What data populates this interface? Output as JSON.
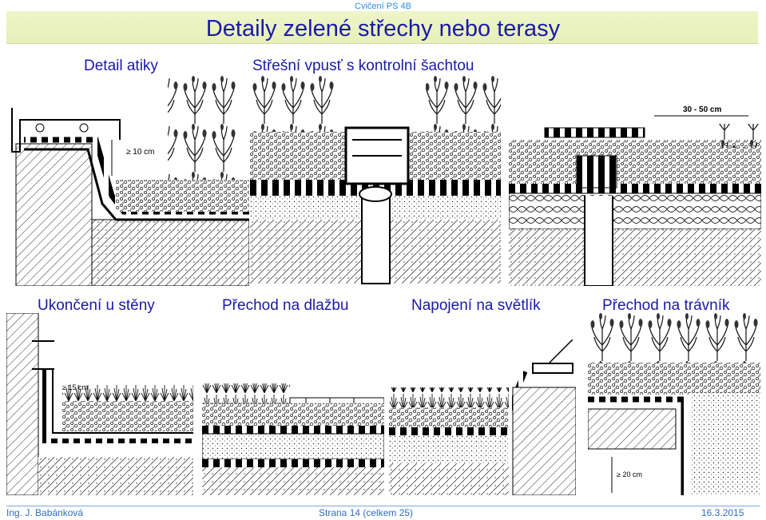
{
  "header": {
    "course": "Cvičení PS 4B",
    "title": "Detaily zelené střechy nebo terasy"
  },
  "captions": {
    "attic": "Detail atiky",
    "drain": "Střešní vpusť s kontrolní šachtou",
    "wall": "Ukončení u stěny",
    "paving": "Přechod na dlažbu",
    "skylight": "Napojení na světlík",
    "lawn": "Přechod na trávník"
  },
  "labels": {
    "attic_height": "≥ 10 cm",
    "shaft_width": "30 - 50 cm",
    "wall_height": "≥ 15 cm",
    "lawn_height": "≥ 20 cm"
  },
  "footer": {
    "author": "Ing. J. Babánková",
    "page": "Strana 14 (celkem 25)",
    "date": "16.3.2015"
  }
}
